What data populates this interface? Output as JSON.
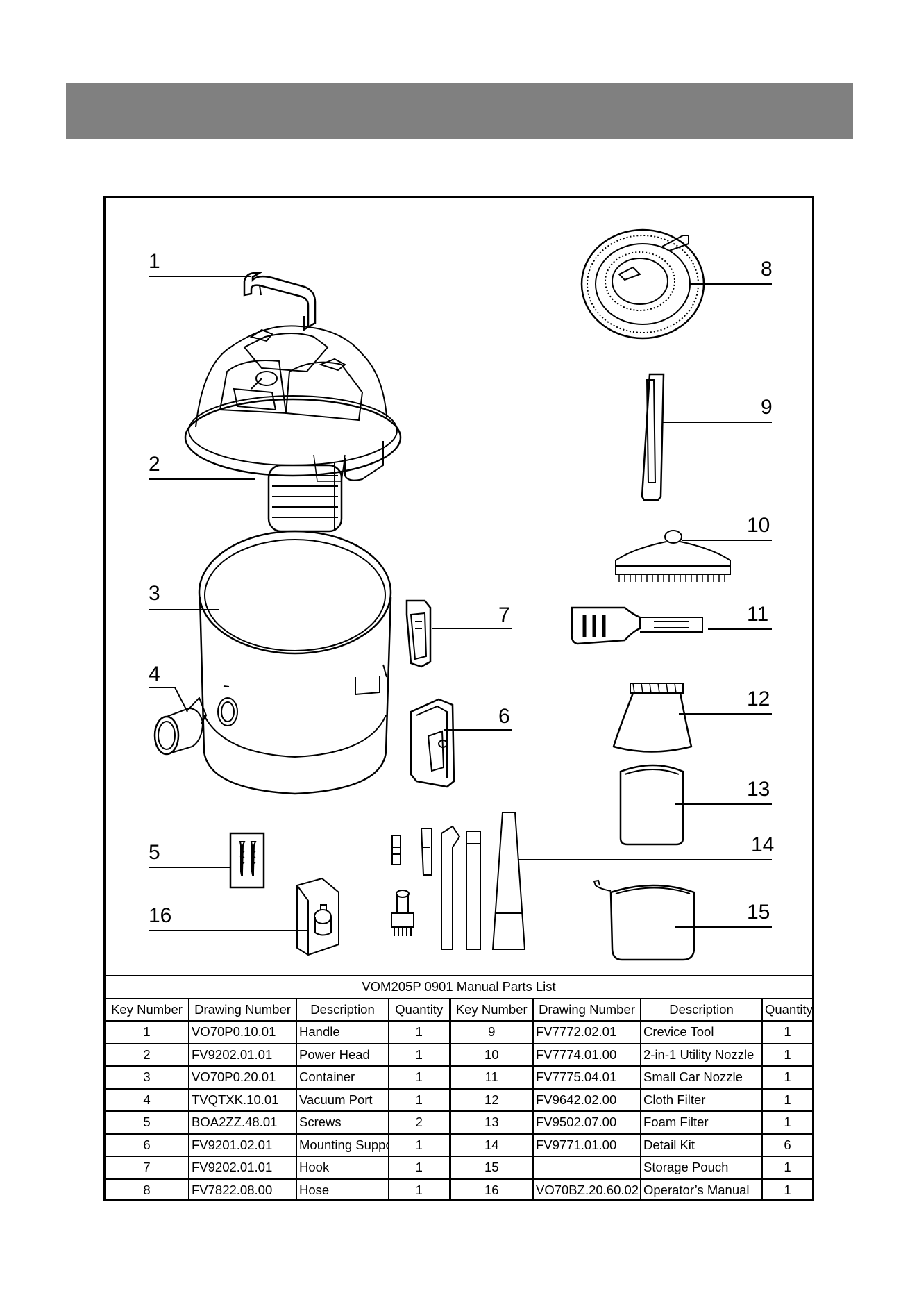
{
  "table": {
    "title": "VOM205P 0901 Manual Parts List",
    "headers": [
      "Key Number",
      "Drawing Number",
      "Description",
      "Quantity",
      "Key Number",
      "Drawing Number",
      "Description",
      "Quantity"
    ],
    "rows": [
      {
        "left": {
          "key": "1",
          "drawing": "VO70P0.10.01",
          "desc": "Handle",
          "qty": "1"
        },
        "right": {
          "key": "9",
          "drawing": "FV7772.02.01",
          "desc": "Crevice Tool",
          "qty": "1"
        }
      },
      {
        "left": {
          "key": "2",
          "drawing": "FV9202.01.01",
          "desc": "Power Head",
          "qty": "1"
        },
        "right": {
          "key": "10",
          "drawing": "FV7774.01.00",
          "desc": "2-in-1 Utility Nozzle",
          "qty": "1"
        }
      },
      {
        "left": {
          "key": "3",
          "drawing": "VO70P0.20.01",
          "desc": "Container",
          "qty": "1"
        },
        "right": {
          "key": "11",
          "drawing": "FV7775.04.01",
          "desc": "Small Car Nozzle",
          "qty": "1"
        }
      },
      {
        "left": {
          "key": "4",
          "drawing": "TVQTXK.10.01",
          "desc": "Vacuum Port",
          "qty": "1"
        },
        "right": {
          "key": "12",
          "drawing": "FV9642.02.00",
          "desc": "Cloth Filter",
          "qty": "1"
        }
      },
      {
        "left": {
          "key": "5",
          "drawing": "BOA2ZZ.48.01",
          "desc": "Screws",
          "qty": "2"
        },
        "right": {
          "key": "13",
          "drawing": "FV9502.07.00",
          "desc": "Foam Filter",
          "qty": "1"
        }
      },
      {
        "left": {
          "key": "6",
          "drawing": "FV9201.02.01",
          "desc": "Mounting Support",
          "qty": "1"
        },
        "right": {
          "key": "14",
          "drawing": "FV9771.01.00",
          "desc": "Detail Kit",
          "qty": "6"
        }
      },
      {
        "left": {
          "key": "7",
          "drawing": "FV9202.01.01",
          "desc": "Hook",
          "qty": "1"
        },
        "right": {
          "key": "15",
          "drawing": "",
          "desc": "Storage Pouch",
          "qty": "1"
        }
      },
      {
        "left": {
          "key": "8",
          "drawing": "FV7822.08.00",
          "desc": "Hose",
          "qty": "1"
        },
        "right": {
          "key": "16",
          "drawing": "VO70BZ.20.60.02",
          "desc": "Operator’s Manual",
          "qty": "1"
        }
      }
    ]
  },
  "callouts": [
    "1",
    "2",
    "3",
    "4",
    "5",
    "6",
    "7",
    "8",
    "9",
    "10",
    "11",
    "12",
    "13",
    "14",
    "15",
    "16"
  ],
  "colors": {
    "header_bar": "#808080",
    "line": "#000000",
    "background": "#ffffff"
  }
}
